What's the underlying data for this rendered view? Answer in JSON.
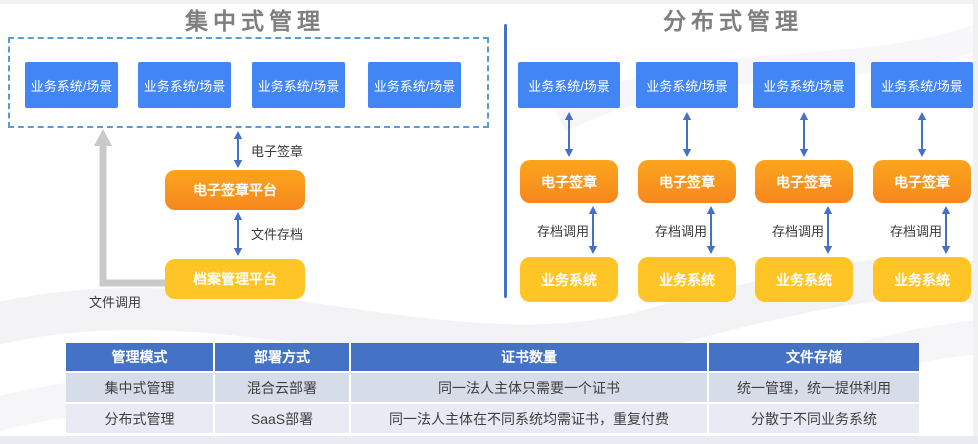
{
  "colors": {
    "blue-box": "#4285F4",
    "orange-box-top": "#FBA51C",
    "orange-box-bottom": "#F7871F",
    "yellow-box": "#FFC425",
    "arrow-blue": "#4470C8",
    "dashed-border": "#5B9BD5",
    "divider-blue": "#4472C4",
    "title-gray": "#7F7F7F",
    "gray-arrow": "#C9C9C9",
    "table-header-bg": "#4472C4",
    "table-row-odd-bg": "#D7DCE9",
    "table-row-even-bg": "#E9EBF4",
    "label-text": "#3B3B3B"
  },
  "left_panel": {
    "title": "集中式管理",
    "scenario_boxes": [
      "业务系统/场景",
      "业务系统/场景",
      "业务系统/场景",
      "业务系统/场景"
    ],
    "esign_arrow_label": "电子签章",
    "esign_platform_box": "电子签章平台",
    "archive_arrow_label": "文件存档",
    "archive_platform_box": "档案管理平台",
    "file_call_label": "文件调用"
  },
  "right_panel": {
    "title": "分布式管理",
    "columns": [
      {
        "scenario": "业务系统/场景",
        "esign": "电子签章",
        "archive_label": "存档调用",
        "system": "业务系统"
      },
      {
        "scenario": "业务系统/场景",
        "esign": "电子签章",
        "archive_label": "存档调用",
        "system": "业务系统"
      },
      {
        "scenario": "业务系统/场景",
        "esign": "电子签章",
        "archive_label": "存档调用",
        "system": "业务系统"
      },
      {
        "scenario": "业务系统/场景",
        "esign": "电子签章",
        "archive_label": "存档调用",
        "system": "业务系统"
      }
    ]
  },
  "comparison_table": {
    "headers": [
      "管理模式",
      "部署方式",
      "证书数量",
      "文件存储"
    ],
    "rows": [
      [
        "集中式管理",
        "混合云部署",
        "同一法人主体只需要一个证书",
        "统一管理，统一提供利用"
      ],
      [
        "分布式管理",
        "SaaS部署",
        "同一法人主体在不同系统均需证书，重复付费",
        "分散于不同业务系统"
      ]
    ]
  }
}
